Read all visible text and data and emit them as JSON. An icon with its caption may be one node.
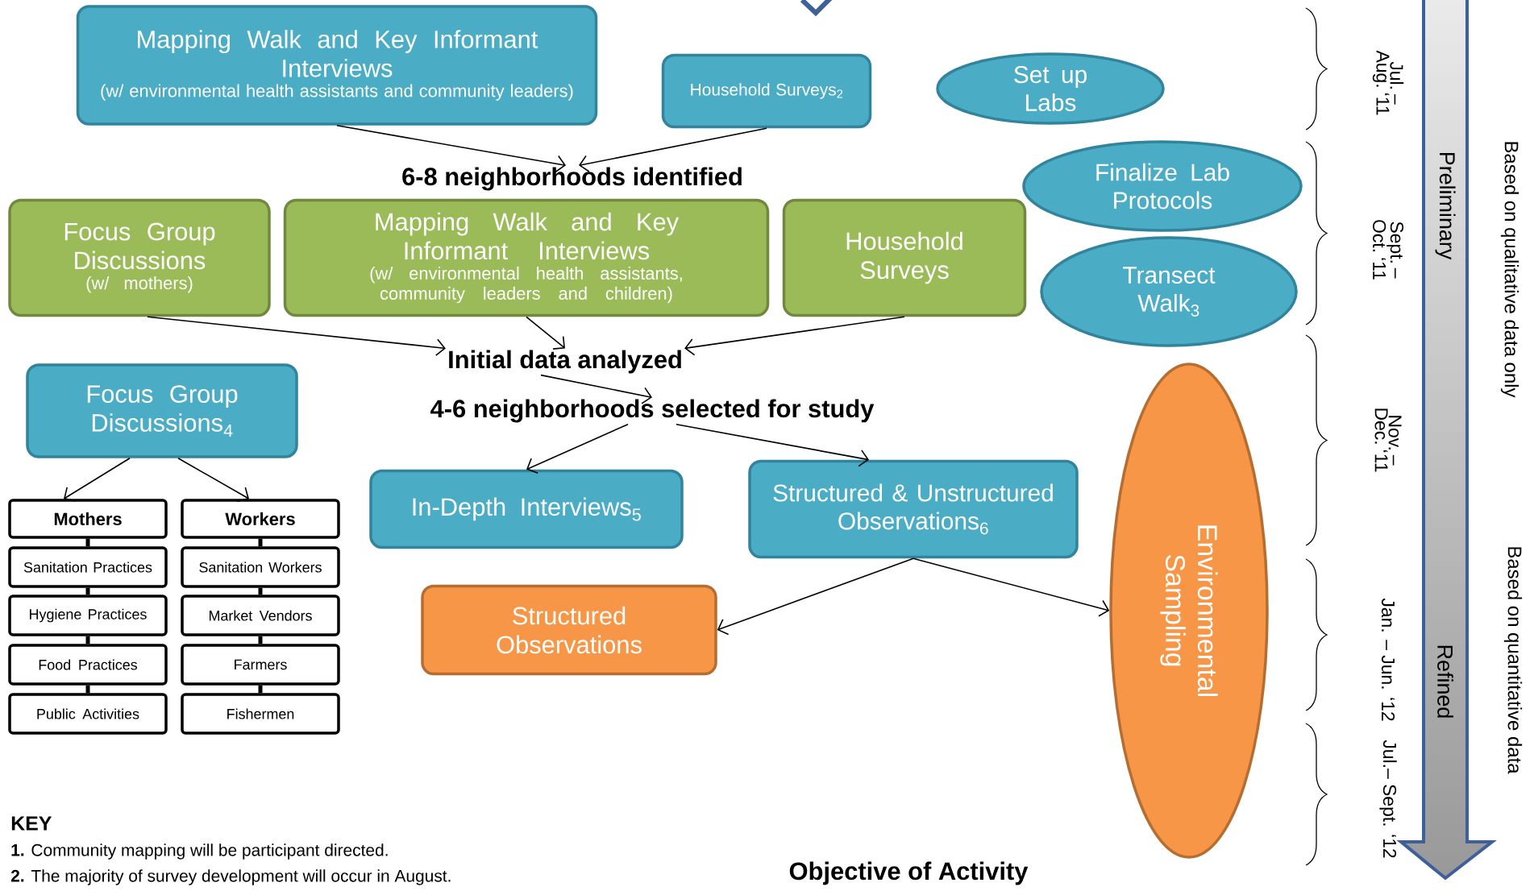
{
  "diagram": {
    "nodes": [
      {
        "text": [
          "Mapping Walk and Key Informant Interviews",
          "(w/ environmental health assistants and community leaders)"
        ]
      },
      {
        "text": [
          "Household Surveys$_{2}$"
        ]
      },
      {
        "text": [
          "Set up Labs"
        ]
      },
      {
        "text": [
          "6-8 neighborhoods identified"
        ]
      },
      {
        "text": [
          "Focus Group Discussions",
          "(w/ mothers)"
        ]
      },
      {
        "text": [
          "Mapping Walk and Key Informant Interviews",
          "(w/ environmental health assistants, community leaders and children)"
        ]
      },
      {
        "text": [
          "Household Surveys"
        ]
      },
      {
        "text": [
          "Finalize Lab Protocols"
        ]
      },
      {
        "text": [
          "Transect Walk$_{3}$"
        ]
      },
      {
        "text": [
          "Initial data analyzed"
        ]
      },
      {
        "text": [
          "4-6 neighborhoods selected for study"
        ]
      },
      {
        "text": [
          "Focus Group Discussions$_{4}$"
        ]
      },
      {
        "text": [
          "In-Depth Interviews$_{5}$"
        ]
      },
      {
        "text": [
          "Structured & Unstructured Observations$_{6}$"
        ]
      },
      {
        "text": [
          "Structured Observations"
        ]
      },
      {
        "text": [
          "Environmental Sampling"
        ]
      },
      {
        "text": [
          "Mothers"
        ]
      },
      {
        "text": [
          "Sanitation Practices"
        ]
      },
      {
        "text": [
          "Hygiene Practices"
        ]
      },
      {
        "text": [
          "Food Practices"
        ]
      },
      {
        "text": [
          "Public Activities"
        ]
      },
      {
        "text": [
          "Workers"
        ]
      },
      {
        "text": [
          "Sanitation Workers"
        ]
      },
      {
        "text": [
          "Market Vendors"
        ]
      },
      {
        "text": [
          "Farmers"
        ]
      },
      {
        "text": [
          "Fishermen"
        ]
      }
    ],
    "edges": [
      {
        "from": 0,
        "to": 3,
        "arrow": "to"
      },
      {
        "from": 1,
        "to": 3,
        "arrow": "to"
      },
      {
        "from": 4,
        "to": 9,
        "arrow": "to"
      },
      {
        "from": 5,
        "to": 9,
        "arrow": "to"
      },
      {
        "from": 6,
        "to": 9,
        "arrow": "to"
      },
      {
        "from": 9,
        "to": 10,
        "arrow": "to"
      },
      {
        "from": 10,
        "to": 12,
        "arrow": "to"
      },
      {
        "from": 10,
        "to": 13,
        "arrow": "to"
      },
      {
        "from": 11,
        "to": 16,
        "arrow": "to"
      },
      {
        "from": 11,
        "to": 21,
        "arrow": "to"
      },
      {
        "from": 16,
        "to": 17,
        "arrow": "none",
        "style": "thick"
      },
      {
        "from": 17,
        "to": 18,
        "arrow": "none",
        "style": "thick"
      },
      {
        "from": 18,
        "to": 19,
        "arrow": "none",
        "style": "thick"
      },
      {
        "from": 19,
        "to": 20,
        "arrow": "none",
        "style": "thick"
      },
      {
        "from": 21,
        "to": 22,
        "arrow": "none",
        "style": "thick"
      },
      {
        "from": 22,
        "to": 23,
        "arrow": "none",
        "style": "thick"
      },
      {
        "from": 23,
        "to": 24,
        "arrow": "none",
        "style": "thick"
      },
      {
        "from": 24,
        "to": 25,
        "arrow": "none",
        "style": "thick"
      },
      {
        "from": 13,
        "to": 14,
        "arrow": "to"
      },
      {
        "from": 13,
        "to": 15,
        "arrow": "to"
      }
    ],
    "labels": [
      "Jul. –Aug. ‘11",
      "Preliminary",
      "Based on qualitative data only",
      "Sept. – Oct. ‘11",
      "Nov. – Dec. ‘11",
      "Jan. – Jun. ‘12",
      "Refined",
      "Based on quantitative data",
      "Jul.– Sept. ‘12",
      "KEY",
      "**1.** Community mapping will be participant directed.",
      "**2.** The majority of survey development will occur in August.",
      "Objective of Activity"
    ]
  }
}
